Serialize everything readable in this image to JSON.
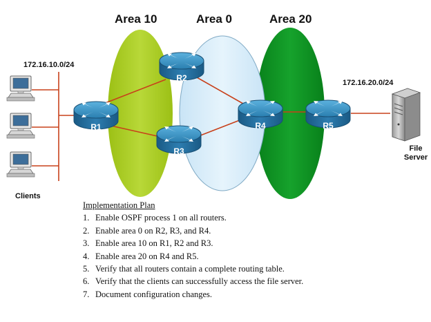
{
  "areas": [
    {
      "id": "area-10",
      "label": "Area 10",
      "color": "#a9cc1d"
    },
    {
      "id": "area-0",
      "label": "Area 0",
      "color": "#d9ecf8"
    },
    {
      "id": "area-20",
      "label": "Area 20",
      "color": "#0f8e1e"
    }
  ],
  "routers": [
    "R1",
    "R2",
    "R3",
    "R4",
    "R5"
  ],
  "networks": {
    "left": "172.16.10.0/24",
    "right": "172.16.20.0/24"
  },
  "hosts": {
    "clients_label": "Clients",
    "server_label_line1": "File",
    "server_label_line2": "Server"
  },
  "plan": {
    "title": "Implementation Plan",
    "steps": [
      {
        "num": "1.",
        "text": "Enable OSPF process 1 on all routers."
      },
      {
        "num": "2.",
        "text": "Enable area 0 on R2, R3, and R4."
      },
      {
        "num": "3.",
        "text": "Enable area 10 on R1, R2 and R3."
      },
      {
        "num": "4.",
        "text": "Enable area 20 on R4 and R5."
      },
      {
        "num": "5.",
        "text": "Verify that all routers contain a complete routing table."
      },
      {
        "num": "6.",
        "text": "Verify that the clients can successfully access the file server."
      },
      {
        "num": "7.",
        "text": "Document configuration changes."
      }
    ]
  },
  "colors": {
    "link": "#c8401a",
    "router_top": "#2f88b8",
    "router_side": "#1d5f8a",
    "lan_bus": "#c8401a"
  },
  "icons": [
    "router-icon",
    "computer-icon",
    "file-server-icon"
  ]
}
